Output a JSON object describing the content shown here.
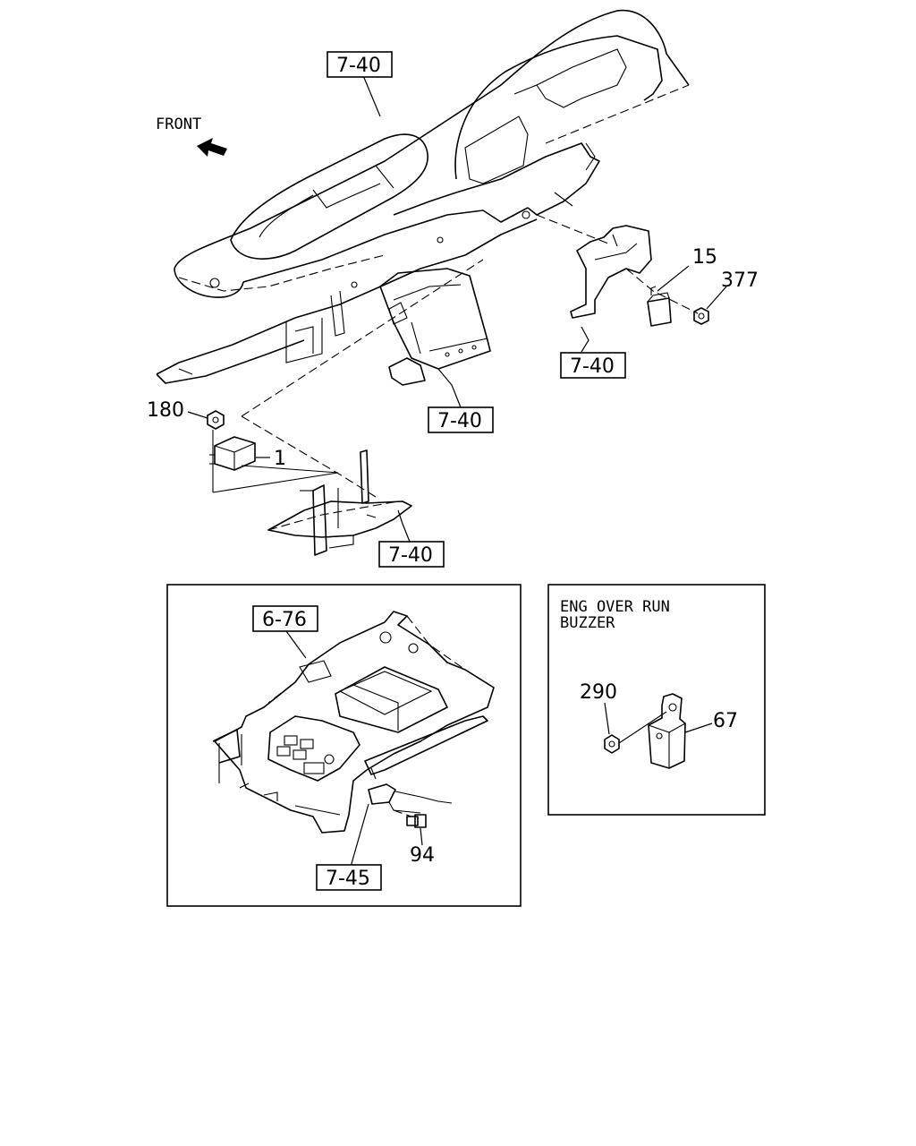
{
  "front_label": "FRONT",
  "refs": {
    "ref_dash_top": "7-40",
    "ref_bracket_right": "7-40",
    "ref_mid": "7-40",
    "ref_lower": "7-40",
    "ref_console_top": "6-76",
    "ref_console_bottom": "7-45"
  },
  "parts": {
    "p15": "15",
    "p377": "377",
    "p180": "180",
    "p1": "1",
    "p290": "290",
    "p67": "67",
    "p94": "94"
  },
  "inset_title_line1": "ENG OVER RUN",
  "inset_title_line2": "BUZZER"
}
